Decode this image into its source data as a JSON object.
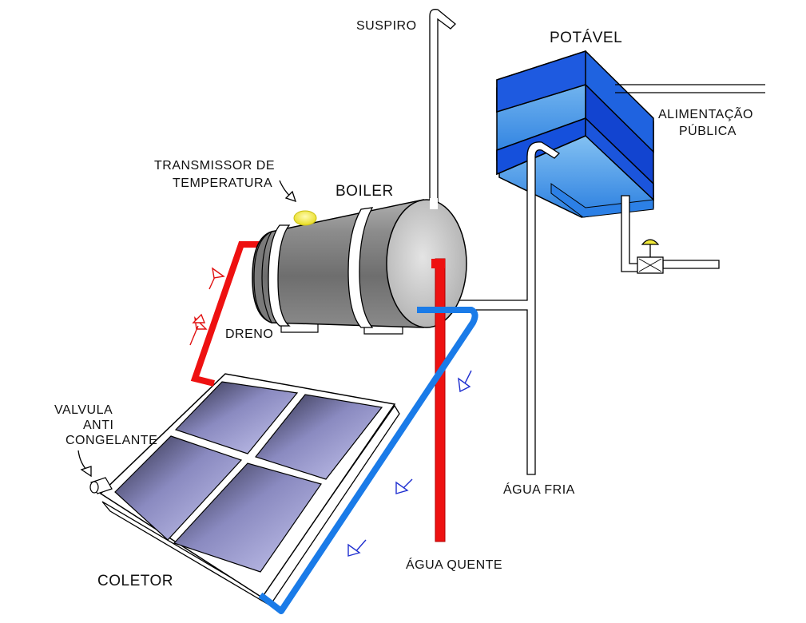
{
  "title": "Solar water heating system diagram",
  "labels": {
    "suspiro": "SUSPIRO",
    "potavel": "POTÁVEL",
    "alimentacao_1": "ALIMENTAÇÃO",
    "alimentacao_2": "PÚBLICA",
    "transmissor_1": "TRANSMISSOR  DE",
    "transmissor_2": "TEMPERATURA",
    "boiler": "BOILER",
    "dreno": "DRENO",
    "valvula_1": "VALVULA",
    "valvula_2": "ANTI",
    "valvula_3": "CONGELANTE",
    "agua_fria": "ÁGUA  FRIA",
    "agua_quente": "ÁGUA  QUENTE",
    "coletor": "COLETOR"
  },
  "colors": {
    "hot_pipe": "#ee1111",
    "cold_pipe": "#1a7be8",
    "tank_blue": "#1f63e0",
    "tank_band": "#0a35c8",
    "boiler_gray": "#8a8a8a",
    "panel_glass": "#8f8fc8",
    "sensor": "#f2ea3a",
    "arrow_hot": "#e01010",
    "arrow_cold": "#2030d0"
  }
}
